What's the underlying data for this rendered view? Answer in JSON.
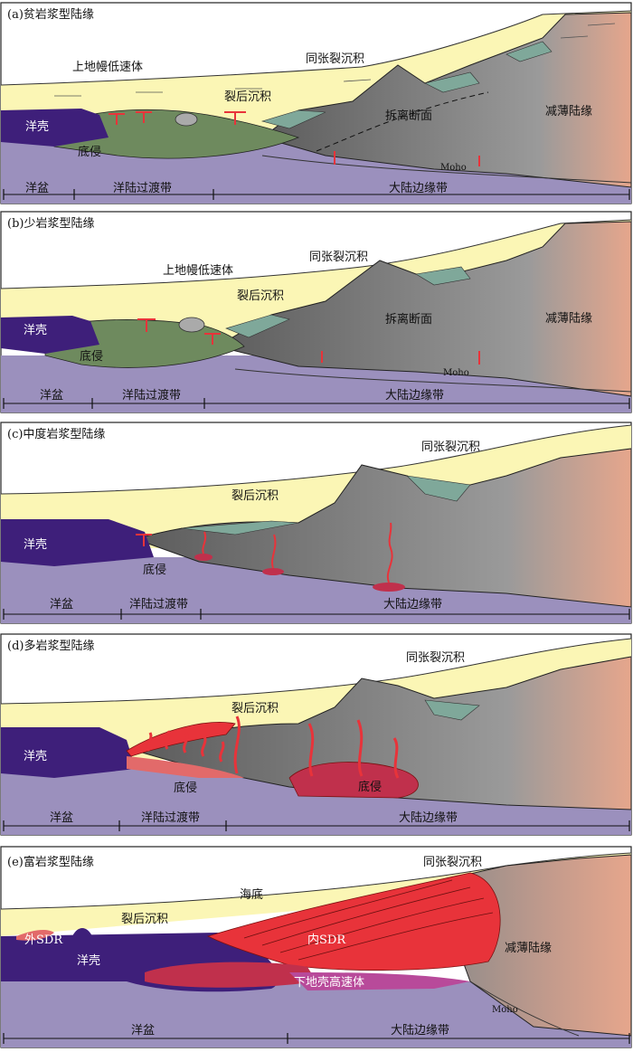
{
  "panels": [
    {
      "title": "(a)贫岩浆型陆缘",
      "labels": {
        "ocean_crust": "洋壳",
        "underplating": "底侵",
        "upper_mantle_lvz": "上地幔低速体",
        "post_rift": "裂后沉积",
        "syn_rift": "同张裂沉积",
        "detachment": "拆离断面",
        "thinned_margin": "减薄陆缘",
        "moho": "Moho"
      },
      "zones": [
        "洋盆",
        "洋陆过渡带",
        "大陆边缘带"
      ]
    },
    {
      "title": "(b)少岩浆型陆缘",
      "labels": {
        "ocean_crust": "洋壳",
        "underplating": "底侵",
        "upper_mantle_lvz": "上地幔低速体",
        "post_rift": "裂后沉积",
        "syn_rift": "同张裂沉积",
        "detachment": "拆离断面",
        "thinned_margin": "减薄陆缘",
        "moho": "Moho"
      },
      "zones": [
        "洋盆",
        "洋陆过渡带",
        "大陆边缘带"
      ]
    },
    {
      "title": "(c)中度岩浆型陆缘",
      "labels": {
        "ocean_crust": "洋壳",
        "underplating": "底侵",
        "post_rift": "裂后沉积",
        "syn_rift": "同张裂沉积"
      },
      "zones": [
        "洋盆",
        "洋陆过渡带",
        "大陆边缘带"
      ]
    },
    {
      "title": "(d)多岩浆型陆缘",
      "labels": {
        "ocean_crust": "洋壳",
        "underplating": "底侵",
        "underplating2": "底侵",
        "post_rift": "裂后沉积",
        "syn_rift": "同张裂沉积"
      },
      "zones": [
        "洋盆",
        "洋陆过渡带",
        "大陆边缘带"
      ]
    },
    {
      "title": "(e)富岩浆型陆缘",
      "labels": {
        "seafloor": "海底",
        "post_rift": "裂后沉积",
        "outer_sdr": "外SDR",
        "ocean_crust": "洋壳",
        "inner_sdr": "内SDR",
        "lower_crust": "下地壳高速体",
        "thinned_margin": "减薄陆缘",
        "syn_rift": "同张裂沉积",
        "moho": "Moho"
      },
      "zones": [
        "洋盆",
        "大陆边缘带"
      ]
    }
  ],
  "colors": {
    "sediment": "#fbf6b5",
    "ocean_crust": "#3e1f7a",
    "mantle": "#8f86b5",
    "continental": "#8a8a8a",
    "continental_light": "#e2a98f",
    "transition": "#6e8a5e",
    "magma": "#e8333a",
    "syn_rift": "#7fa89a"
  }
}
